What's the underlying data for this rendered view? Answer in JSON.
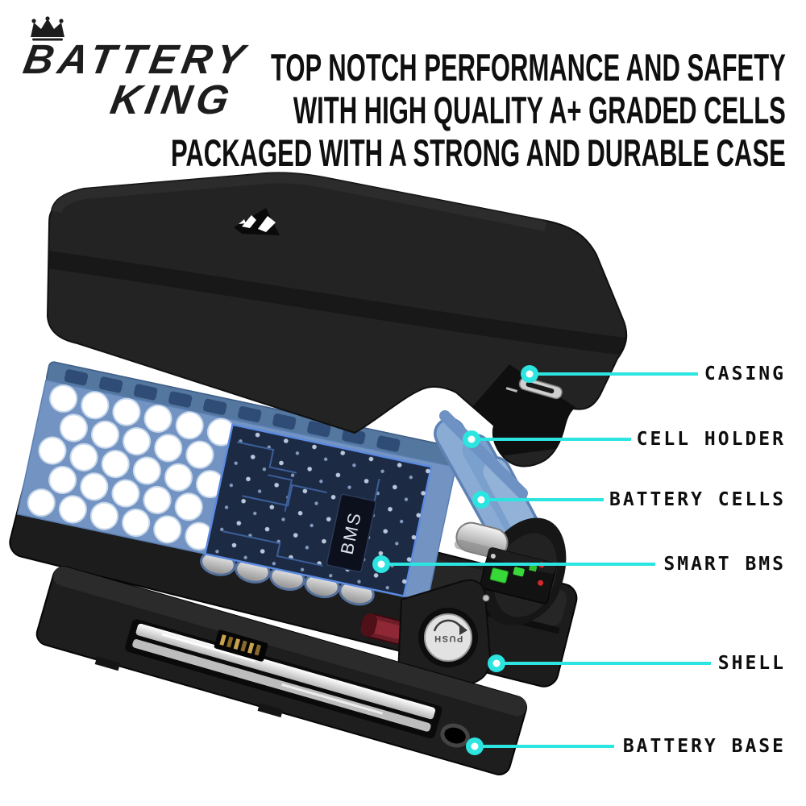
{
  "brand": {
    "line1": "BATTERY",
    "line2": "KING"
  },
  "heading": {
    "lines": [
      "TOP NOTCH PERFORMANCE AND SAFETY",
      "WITH HIGH QUALITY A+ GRADED CELLS",
      "PACKAGED WITH A STRONG AND DURABLE CASE"
    ]
  },
  "diagram": {
    "callouts": [
      {
        "label": "CASING"
      },
      {
        "label": "CELL HOLDER"
      },
      {
        "label": "BATTERY CELLS"
      },
      {
        "label": "SMART BMS"
      },
      {
        "label": "SHELL"
      },
      {
        "label": "BATTERY BASE"
      }
    ],
    "bms_chip_label": "BMS",
    "push_dial_label": "PUSH"
  },
  "colors": {
    "accent_cyan": "#2ce4e0",
    "label_text": "#0e0e0e",
    "case_black": "#232323",
    "holder_blue": "#7394c3",
    "pcb_navy": "#1c2a44"
  }
}
